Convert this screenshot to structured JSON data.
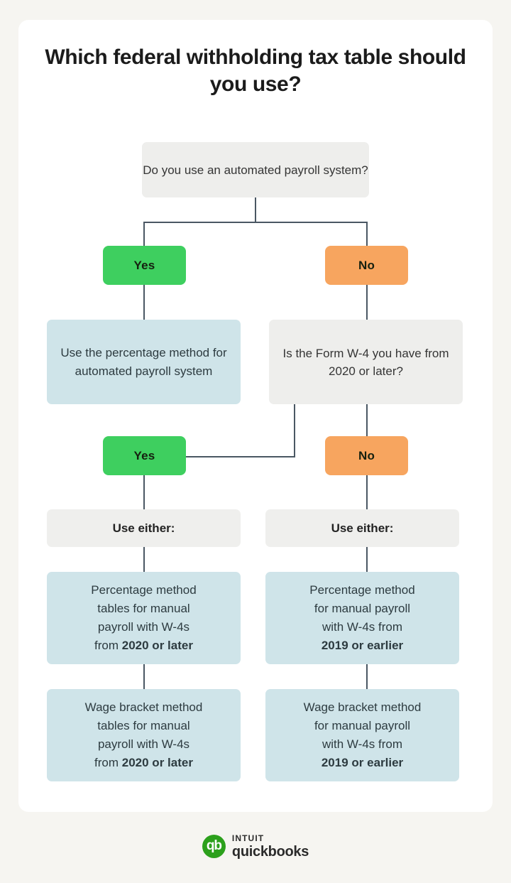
{
  "page": {
    "background_color": "#f6f5f1",
    "card_color": "#ffffff",
    "title": "Which federal withholding tax table should you use?"
  },
  "colors": {
    "yes_green": "#3ecf5f",
    "no_orange": "#f7a55f",
    "info_blue": "#cfe4e9",
    "question_grey": "#eeeeec",
    "connector": "#4a5763",
    "brand_green": "#2ca01c"
  },
  "flow": {
    "q1": {
      "text": "Do you use an automated payroll system?"
    },
    "q1_yes": {
      "label": "Yes"
    },
    "q1_no": {
      "label": "No"
    },
    "yes_result": {
      "text": "Use the percentage method for automated payroll system"
    },
    "q2": {
      "text": "Is the Form W-4 you have from 2020 or later?"
    },
    "q2_yes": {
      "label": "Yes"
    },
    "q2_no": {
      "label": "No"
    },
    "either_left": {
      "label": "Use either:"
    },
    "either_right": {
      "label": "Use either:"
    },
    "left_option_1": {
      "line1": "Percentage method",
      "line2": "tables for manual",
      "line3": "payroll with W-4s",
      "line4_plain": "from ",
      "line4_bold": "2020 or later"
    },
    "left_option_2": {
      "line1": "Wage bracket method",
      "line2": "tables for manual",
      "line3": "payroll with W-4s",
      "line4_plain": "from ",
      "line4_bold": "2020 or later"
    },
    "right_option_1": {
      "line1": "Percentage method",
      "line2": "for manual payroll",
      "line3": "with W-4s from",
      "line4_bold": "2019 or earlier"
    },
    "right_option_2": {
      "line1": "Wage bracket method",
      "line2": "for manual payroll",
      "line3": "with W-4s from",
      "line4_bold": "2019 or earlier"
    }
  },
  "footer": {
    "logo_mark_text": "qb",
    "brand_top": "INTUIT",
    "brand_bottom": "quickbooks"
  }
}
